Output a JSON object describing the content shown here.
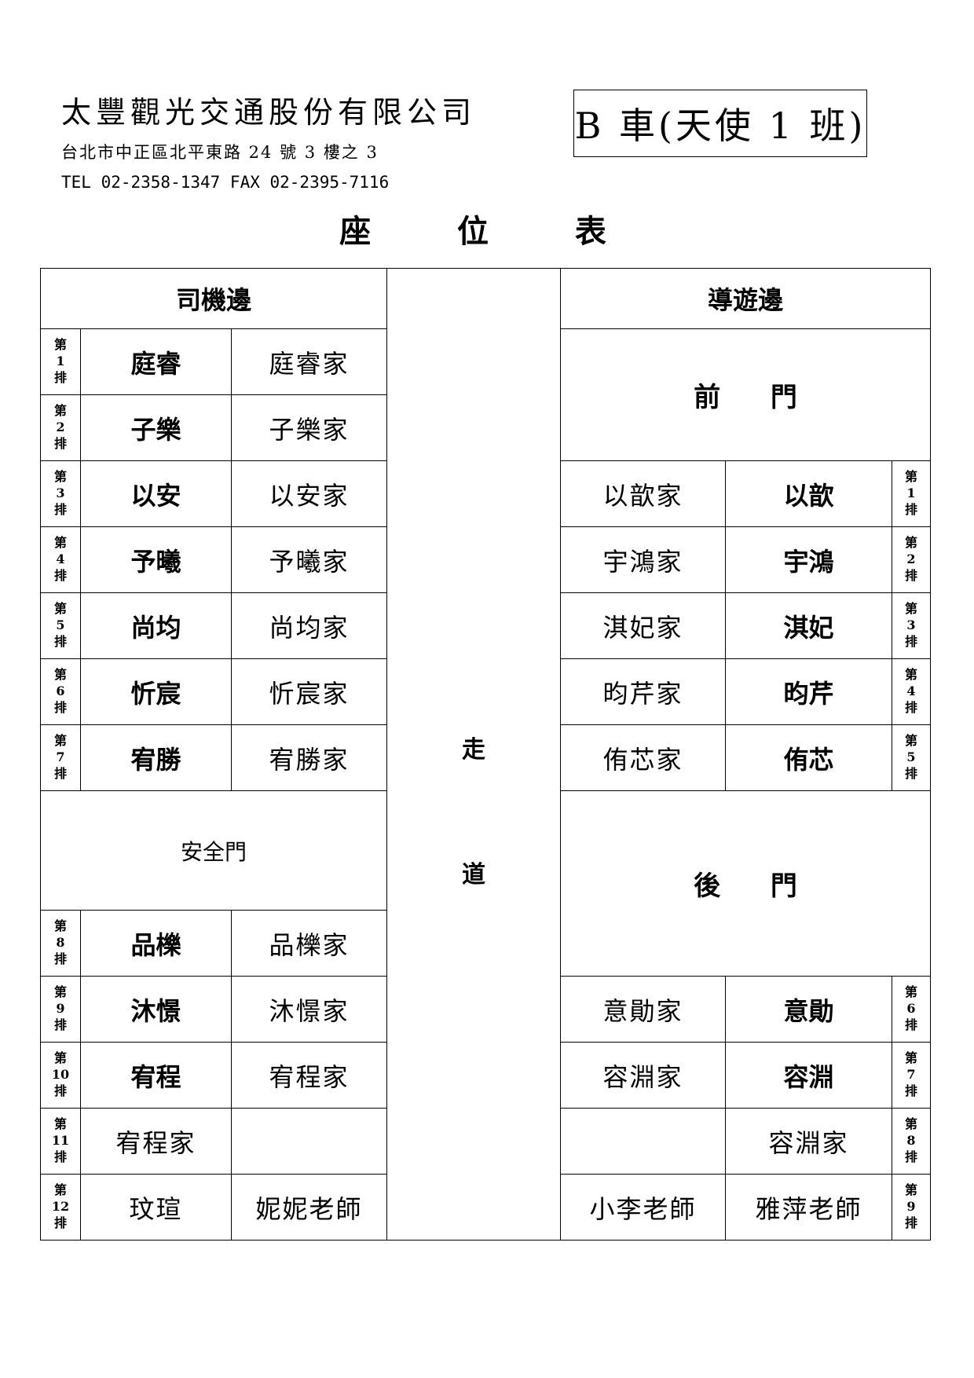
{
  "company": {
    "name": "太豐觀光交通股份有限公司",
    "address": "台北市中正區北平東路 24 號 3 樓之 3",
    "contact": "TEL 02-2358-1347 FAX 02-2395-7116"
  },
  "bus_label": "B 車(天使 1 班)",
  "title": "座 位 表",
  "headers": {
    "driver_side": "司機邊",
    "guide_side": "導遊邊"
  },
  "doors": {
    "front": "前 門",
    "rear": "後 門",
    "safety": "安全門"
  },
  "aisle": {
    "top": "走",
    "bottom": "道"
  },
  "left_rows": [
    {
      "label": [
        "第",
        "1",
        "排"
      ],
      "seat_a": "庭睿",
      "seat_b": "庭睿家"
    },
    {
      "label": [
        "第",
        "2",
        "排"
      ],
      "seat_a": "子樂",
      "seat_b": "子樂家"
    },
    {
      "label": [
        "第",
        "3",
        "排"
      ],
      "seat_a": "以安",
      "seat_b": "以安家"
    },
    {
      "label": [
        "第",
        "4",
        "排"
      ],
      "seat_a": "予曦",
      "seat_b": "予曦家"
    },
    {
      "label": [
        "第",
        "5",
        "排"
      ],
      "seat_a": "尚均",
      "seat_b": "尚均家"
    },
    {
      "label": [
        "第",
        "6",
        "排"
      ],
      "seat_a": "忻宸",
      "seat_b": "忻宸家"
    },
    {
      "label": [
        "第",
        "7",
        "排"
      ],
      "seat_a": "宥勝",
      "seat_b": "宥勝家"
    },
    {
      "label": [
        "第",
        "8",
        "排"
      ],
      "seat_a": "品櫟",
      "seat_b": "品櫟家"
    },
    {
      "label": [
        "第",
        "9",
        "排"
      ],
      "seat_a": "沐憬",
      "seat_b": "沐憬家"
    },
    {
      "label": [
        "第",
        "10",
        "排"
      ],
      "seat_a": "宥程",
      "seat_b": "宥程家"
    },
    {
      "label": [
        "第",
        "11",
        "排"
      ],
      "seat_a": "宥程家",
      "seat_b": ""
    },
    {
      "label": [
        "第",
        "12",
        "排"
      ],
      "seat_a": "玟瑄",
      "seat_b": "妮妮老師"
    }
  ],
  "right_rows": [
    {
      "label": [
        "第",
        "1",
        "排"
      ],
      "seat_a": "以歆家",
      "seat_b": "以歆"
    },
    {
      "label": [
        "第",
        "2",
        "排"
      ],
      "seat_a": "宇鴻家",
      "seat_b": "宇鴻"
    },
    {
      "label": [
        "第",
        "3",
        "排"
      ],
      "seat_a": "淇妃家",
      "seat_b": "淇妃"
    },
    {
      "label": [
        "第",
        "4",
        "排"
      ],
      "seat_a": "昀芹家",
      "seat_b": "昀芹"
    },
    {
      "label": [
        "第",
        "5",
        "排"
      ],
      "seat_a": "侑芯家",
      "seat_b": "侑芯"
    },
    {
      "label": [
        "第",
        "6",
        "排"
      ],
      "seat_a": "意勛家",
      "seat_b": "意勛"
    },
    {
      "label": [
        "第",
        "7",
        "排"
      ],
      "seat_a": "容淵家",
      "seat_b": "容淵"
    },
    {
      "label": [
        "第",
        "8",
        "排"
      ],
      "seat_a": "",
      "seat_b": "容淵家"
    },
    {
      "label": [
        "第",
        "9",
        "排"
      ],
      "seat_a": "小李老師",
      "seat_b": "雅萍老師"
    }
  ]
}
